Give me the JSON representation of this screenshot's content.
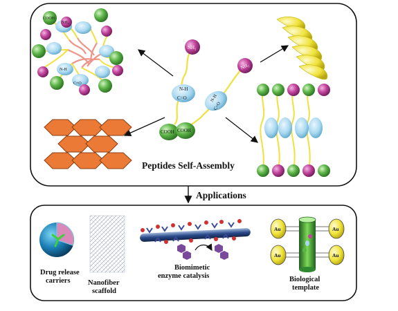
{
  "top_panel": {
    "title": "Peptides Self-Assembly",
    "molecule": {
      "amine": "NH₂",
      "amide_n": "N-H",
      "amide_c": "C=O",
      "acid": "COOH"
    },
    "micelle": {
      "amine": "NH₂",
      "acid": "COOH",
      "amide_n": "N-H",
      "amide_c": "C=O"
    }
  },
  "link_label": "Applications",
  "bottom_panel": {
    "apps": [
      {
        "line1": "Drug release",
        "line2": "carriers"
      },
      {
        "line1": "Nanofiber",
        "line2": "scaffold"
      },
      {
        "line1": "Biomimetic",
        "line2": "enzyme catalysis"
      },
      {
        "line1": "Biological",
        "line2": "template"
      }
    ],
    "gold_label": "Au"
  },
  "colors": {
    "amine": "#b0308c",
    "acid": "#4aa83c",
    "amide": "#a8d8f0",
    "chain": "#f2e23a",
    "hexagon": "#ea7a36",
    "panel_border": "#111111",
    "fiber": "#2a4a8a",
    "helix": "#f4ee2e"
  }
}
